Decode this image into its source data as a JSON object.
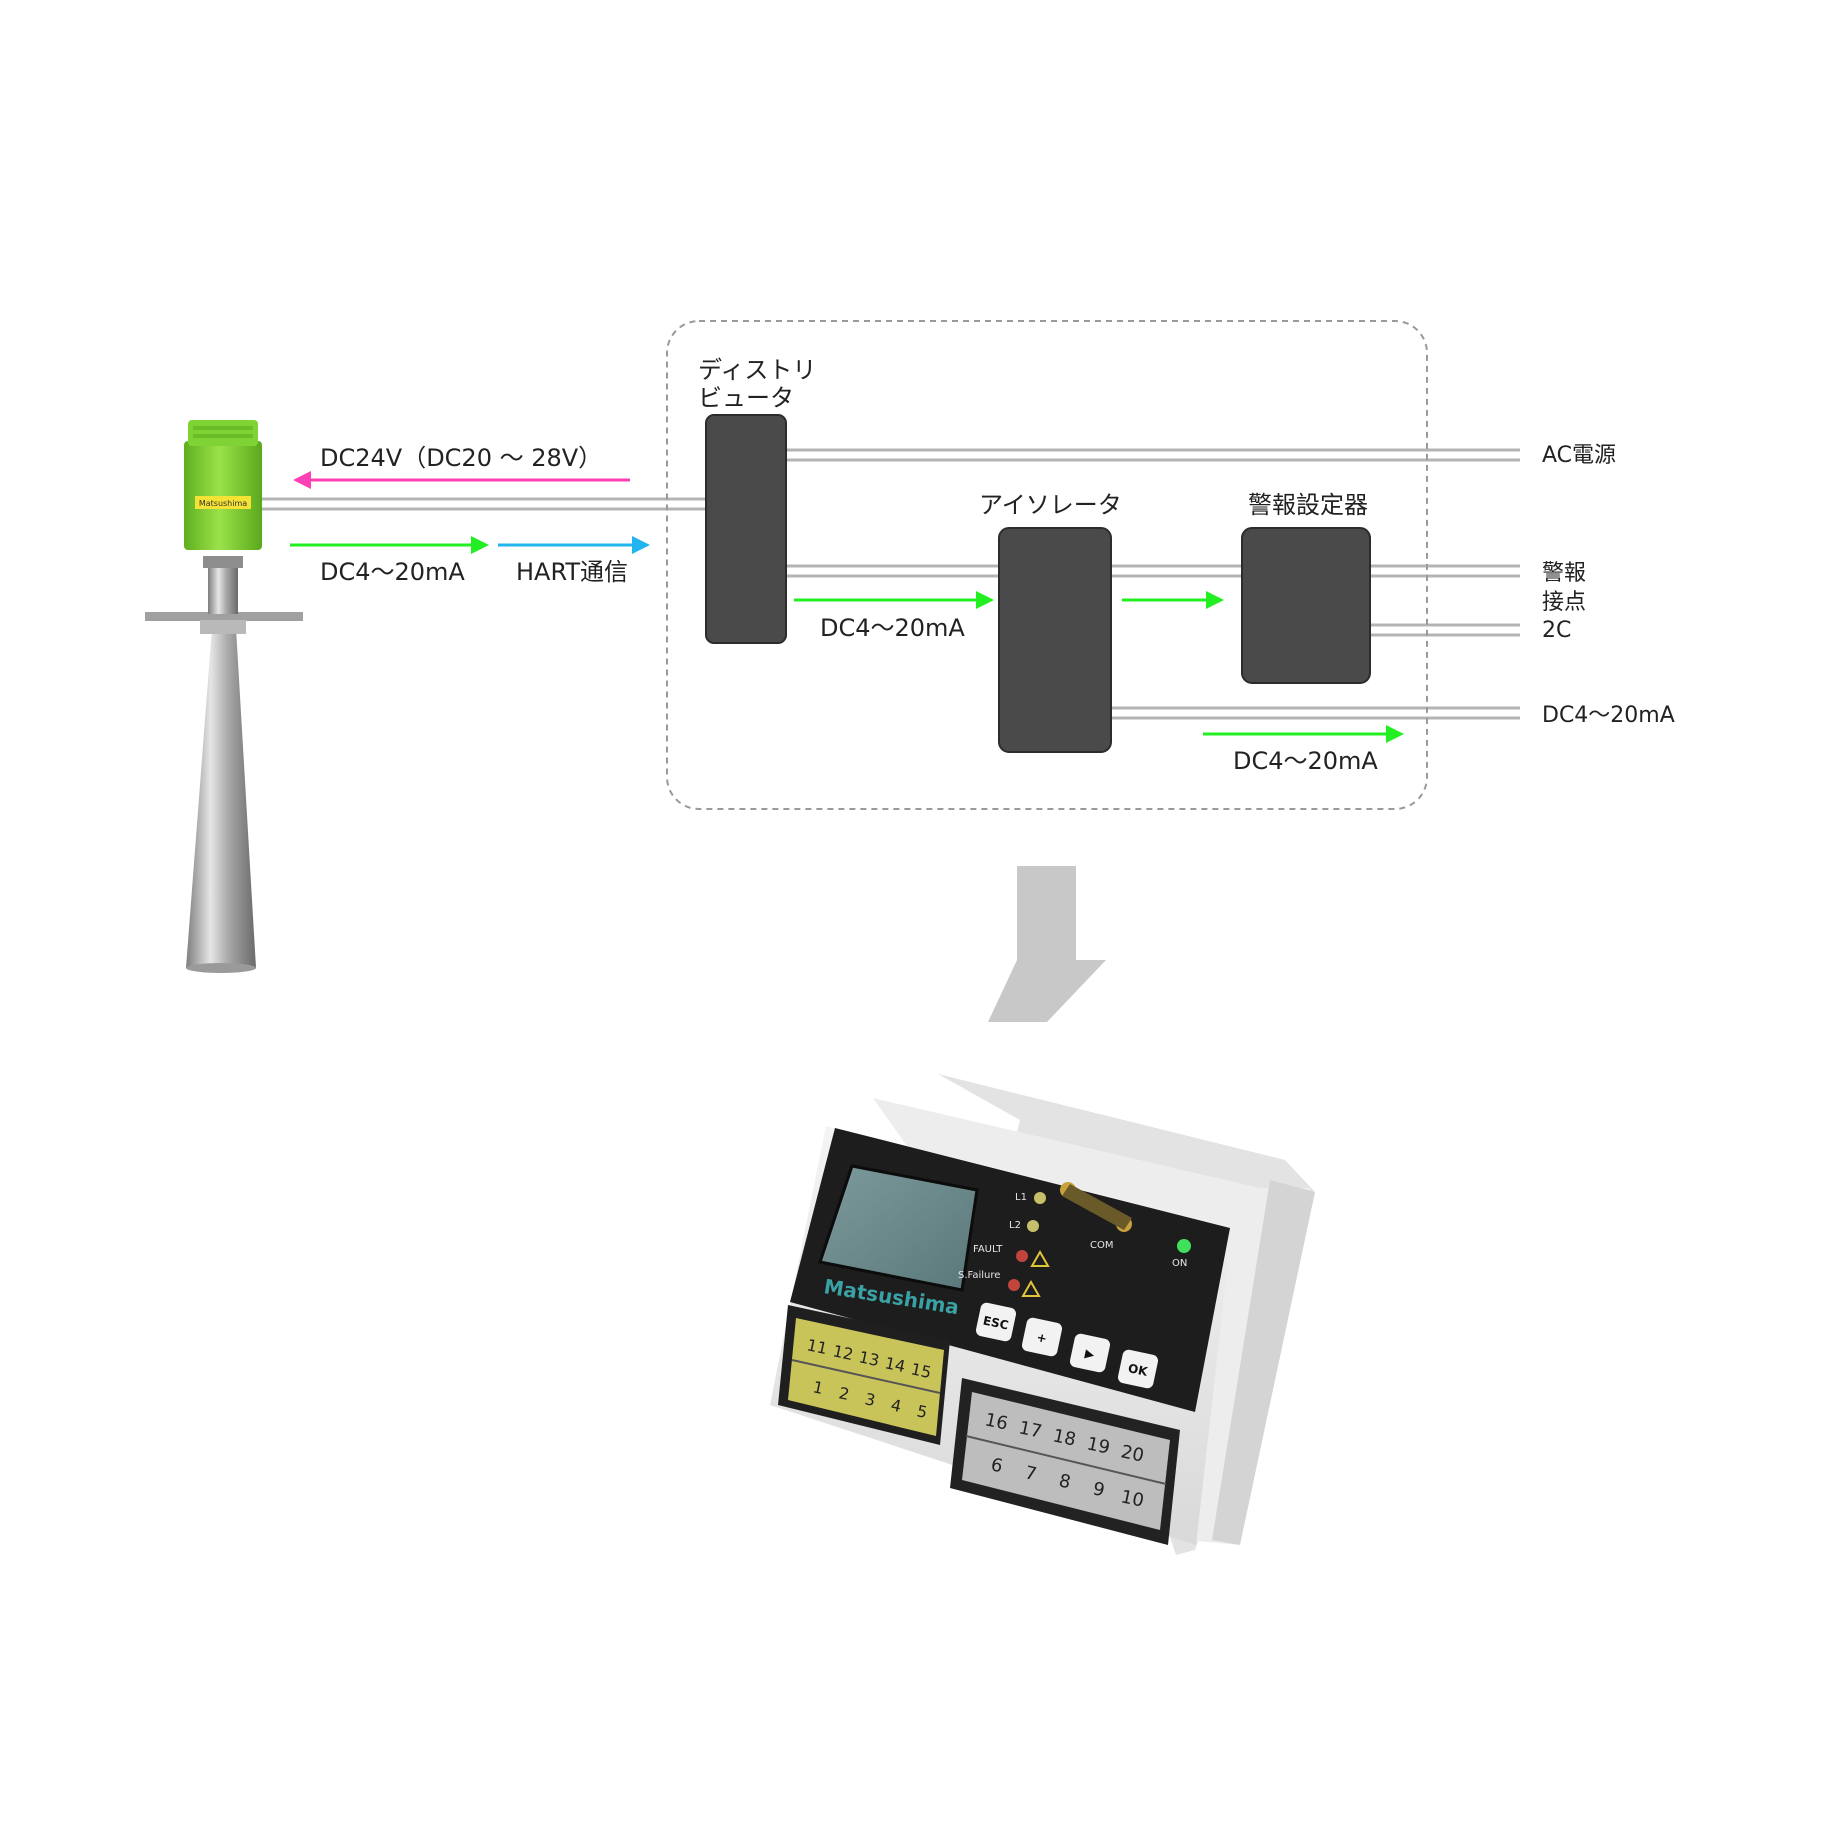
{
  "labels": {
    "supply_voltage": "DC24V（DC20 ～ 28V）",
    "signal_left": "DC4～20mA",
    "hart": "HART通信",
    "distributor_line1": "ディストリ",
    "distributor_line2": "ビュータ",
    "isolator": "アイソレータ",
    "alarm_setter": "警報設定器",
    "ac_power": "AC電源",
    "signal_mid": "DC4～20mA",
    "alarm_contact_line1": "警報",
    "alarm_contact_line2": "接点",
    "alarm_contact_line3": "2C",
    "signal_out": "DC4～20mA",
    "signal_out_arrow": "DC4～20mA"
  },
  "sensor": {
    "brand_label": "Matsushima"
  },
  "device": {
    "brand": "Matsushima",
    "led_labels": [
      "L1",
      "L2",
      "FAULT",
      "S.Failure"
    ],
    "com_label": "COM",
    "on_label": "ON",
    "buttons": [
      "ESC",
      "+",
      "▶",
      "OK"
    ],
    "left_terminals_top": [
      "11",
      "12",
      "13",
      "14",
      "15"
    ],
    "left_terminals_bottom": [
      "1",
      "2",
      "3",
      "4",
      "5"
    ],
    "right_terminals_top": [
      "16",
      "17",
      "18",
      "19",
      "20"
    ],
    "right_terminals_bottom": [
      "6",
      "7",
      "8",
      "9",
      "10"
    ]
  },
  "colors": {
    "power_arrow": "#ff3fb4",
    "signal_arrow": "#22ee22",
    "hart_arrow": "#22b4ee",
    "block_fill": "#4a4a4a",
    "sensor_green": "#7ccf2e",
    "down_arrow": "#c8c8c8"
  }
}
